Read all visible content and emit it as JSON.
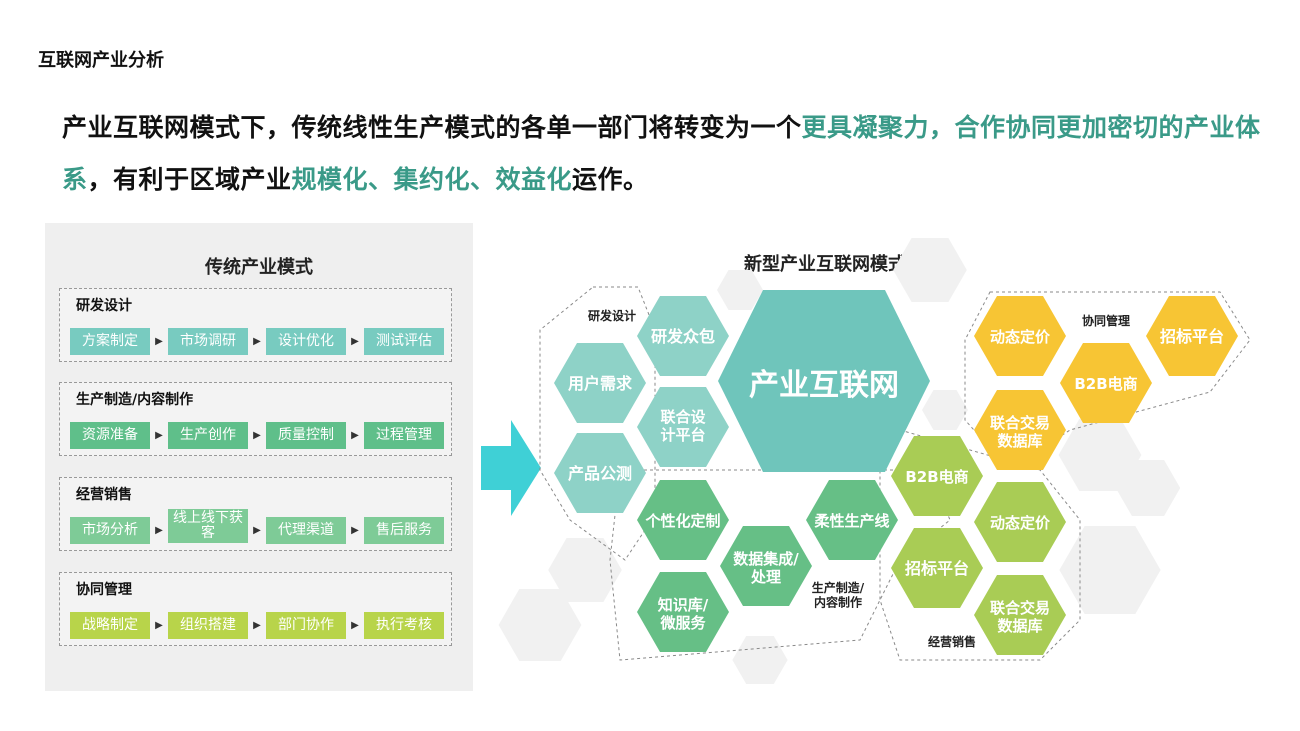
{
  "page": {
    "title": "互联网产业分析",
    "headline": {
      "part1": "产业互联网模式下，传统线性生产模式的各单一部门将转变为一个",
      "highlight1": "更具凝聚力，合作协同更加密切的产业体系",
      "part2": "，有利于区域产业",
      "highlight2": "规模化、集约化、效益化",
      "part3": "运作。"
    }
  },
  "colors": {
    "teal": "#78cbc0",
    "green": "#5fbf8a",
    "lightgreen": "#7ecb97",
    "lime": "#a9cc55",
    "yellow": "#f7c534",
    "highlight": "#3a9a88",
    "arrow": "#3fd0d6"
  },
  "left": {
    "title": "传统产业模式",
    "groups": [
      {
        "label": "研发设计",
        "steps": [
          "方案制定",
          "市场调研",
          "设计优化",
          "测试评估"
        ]
      },
      {
        "label": "生产制造/内容制作",
        "steps": [
          "资源准备",
          "生产创作",
          "质量控制",
          "过程管理"
        ]
      },
      {
        "label": "经营销售",
        "steps": [
          "市场分析",
          "线上线下获客",
          "代理渠道",
          "售后服务"
        ]
      },
      {
        "label": "协同管理",
        "steps": [
          "战略制定",
          "组织搭建",
          "部门协作",
          "执行考核"
        ]
      }
    ]
  },
  "right": {
    "title": "新型产业互联网模式",
    "center": "产业互联网",
    "cluster_labels": {
      "rd": "研发设计",
      "collab": "协同管理",
      "production": "生产制造/内容制作",
      "sales": "经营销售"
    },
    "hexes": {
      "rd_crowd": "研发众包",
      "user_demand": "用户需求",
      "joint_design": "联合设计平台",
      "product_test": "产品公测",
      "personalized": "个性化定制",
      "data_integration": "数据集成/处理",
      "flexible_line": "柔性生产线",
      "knowledge": "知识库/微服务",
      "collab_pricing": "动态定价",
      "collab_bidding": "招标平台",
      "collab_b2b": "B2B电商",
      "collab_exchange": "联合交易数据库",
      "sales_b2b": "B2B电商",
      "sales_pricing": "动态定价",
      "sales_bidding": "招标平台",
      "sales_exchange": "联合交易数据库"
    }
  }
}
